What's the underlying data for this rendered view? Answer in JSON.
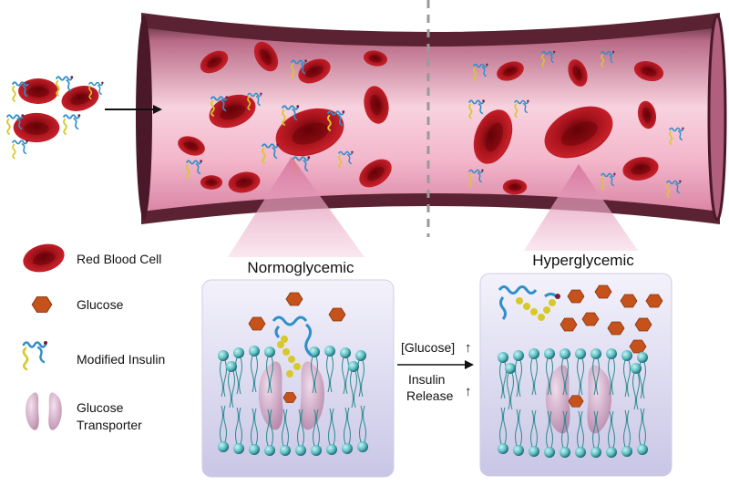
{
  "titles": {
    "normoglycemic": "Normoglycemic",
    "hyperglycemic": "Hyperglycemic"
  },
  "legend": [
    {
      "icon": "red-blood-cell-icon",
      "label": "Red Blood Cell"
    },
    {
      "icon": "glucose-icon",
      "label": "Glucose"
    },
    {
      "icon": "modified-insulin-icon",
      "label": "Modified Insulin"
    },
    {
      "icon": "glucose-transporter-icon",
      "label_line1": "Glucose",
      "label_line2": "Transporter"
    }
  ],
  "transition": {
    "condition": "[Glucose]",
    "condition_arrow": "↑",
    "result_line1": "Insulin",
    "result_line2": "Release",
    "result_arrow": "↑"
  },
  "colors": {
    "rbc": "#a3121b",
    "glucose": "#c4521a",
    "insulin_blue": "#2f8fc9",
    "insulin_yellow": "#d7c92a",
    "vessel": "#f3b2c9",
    "vessel_wall": "#6a2c40",
    "transporter": "#d9a7c6",
    "lipid_head": "#5fc0c4"
  }
}
